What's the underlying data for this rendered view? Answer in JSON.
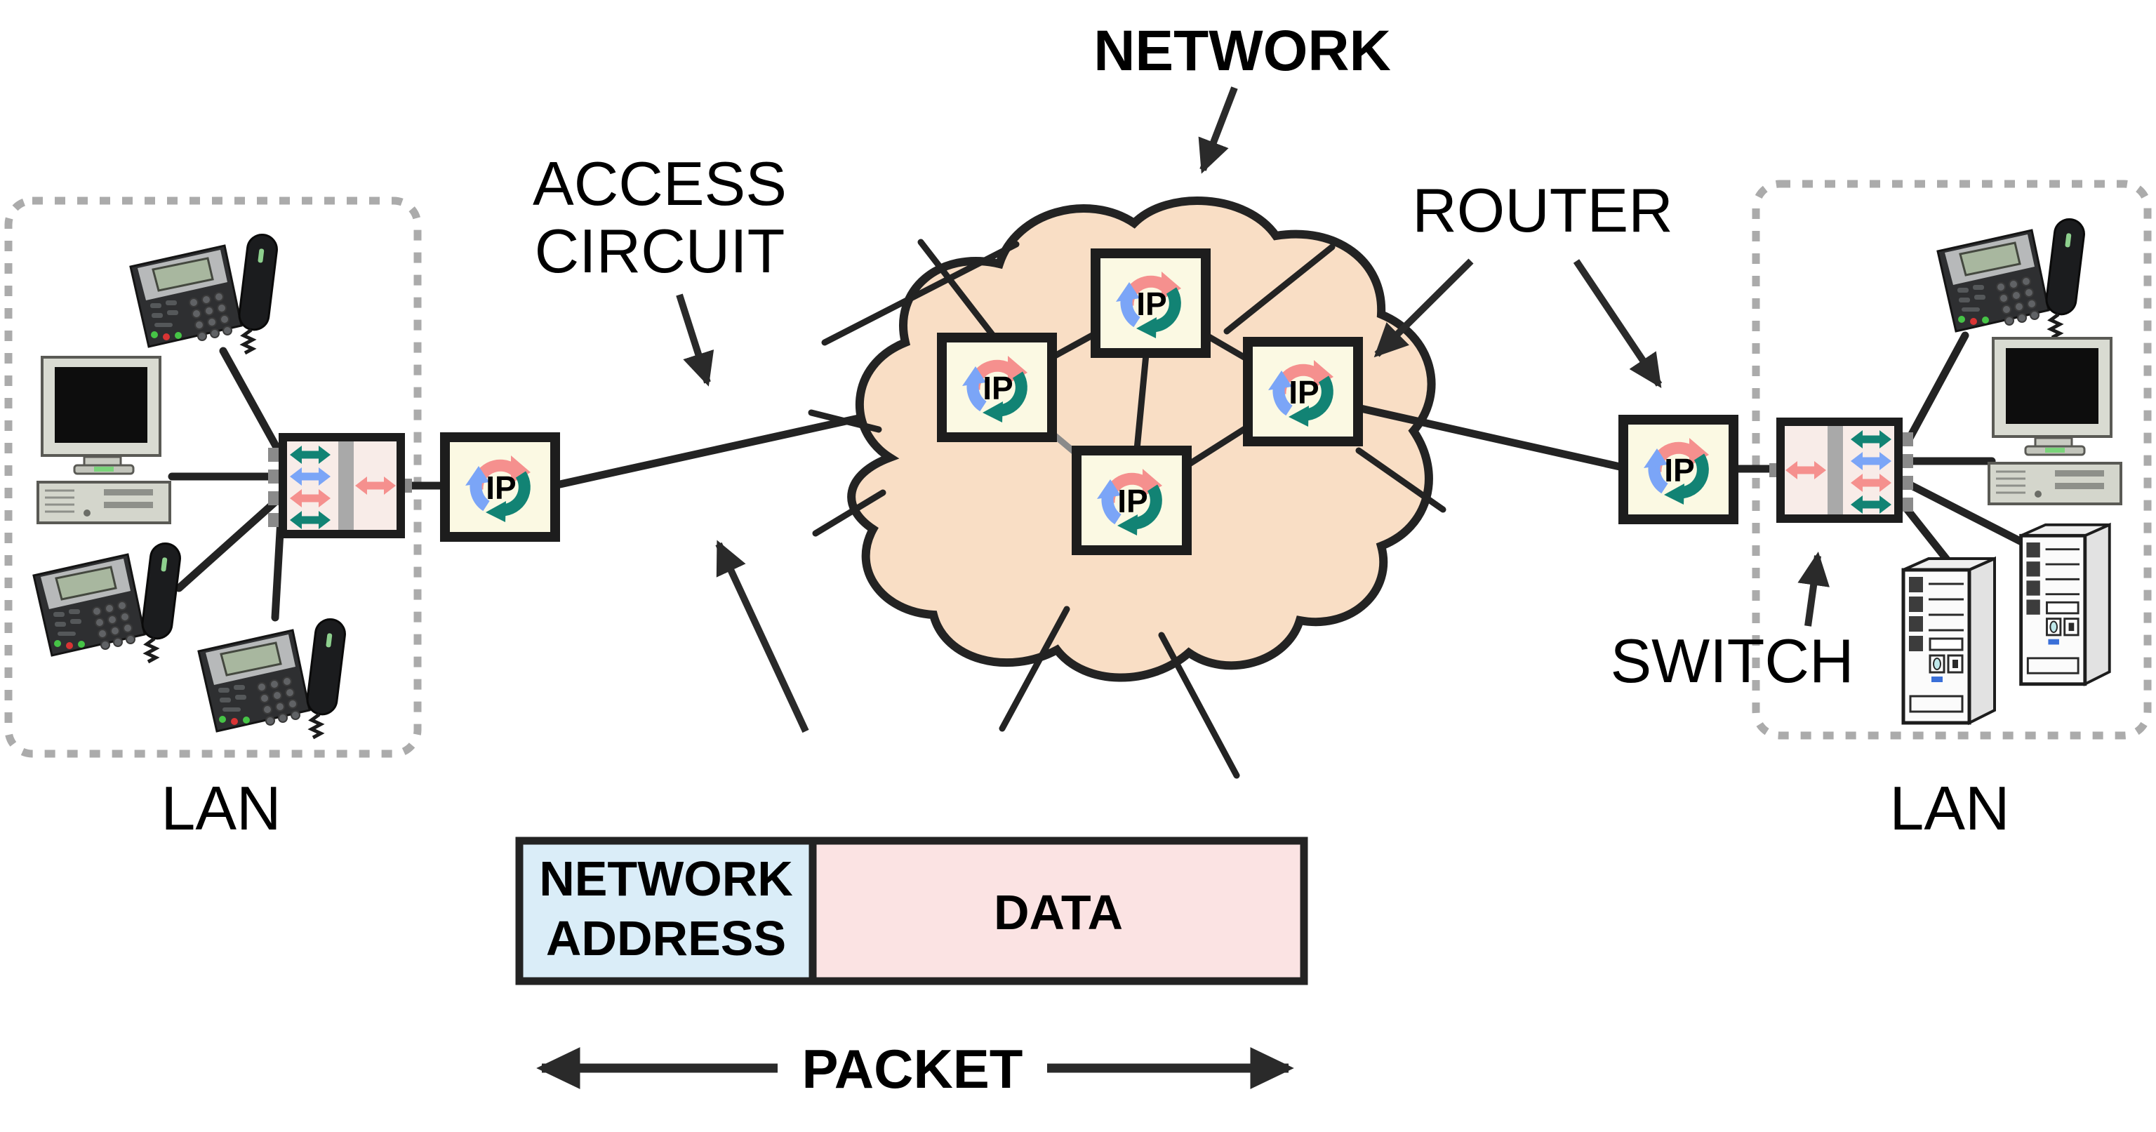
{
  "labels": {
    "network": "NETWORK",
    "access_line1": "ACCESS",
    "access_line2": "CIRCUIT",
    "router": "ROUTER",
    "switch": "SWITCH",
    "lan_left": "LAN",
    "lan_right": "LAN"
  },
  "ip_router": {
    "label": "IP"
  },
  "packet": {
    "address_line1": "NETWORK",
    "address_line2": "ADDRESS",
    "data": "DATA",
    "caption": "PACKET"
  },
  "colors": {
    "cloud": "#F9DEC5",
    "router_box": "#FBF9E3",
    "pink": "#F5908E",
    "teal": "#128374",
    "blue": "#7BA5F7",
    "switch_box": "#F8ECE8",
    "bar_gray": "#A9A9A9",
    "port_gray": "#8A8A8A",
    "packet_address": "#DAEDF8",
    "packet_data": "#FBE3E3",
    "line": "#232323",
    "dash": "#ABABAB"
  }
}
